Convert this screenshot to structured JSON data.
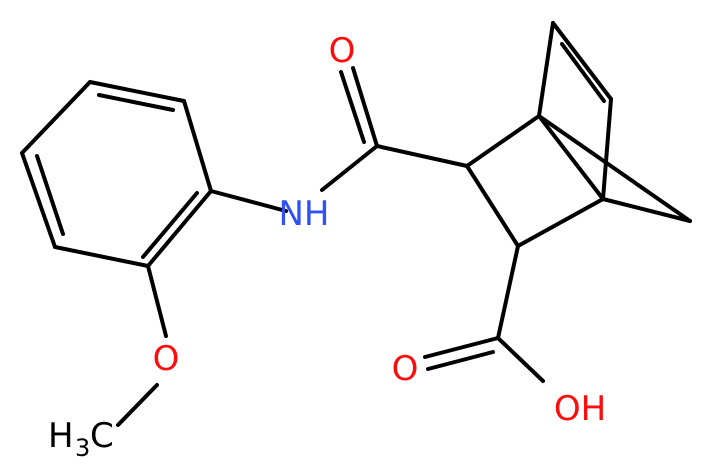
{
  "molecule": {
    "colors": {
      "bond": "#000000",
      "oxygen": "#ff0d0d",
      "nitrogen": "#3050f8",
      "carbon_label": "#000000"
    },
    "labels": {
      "carbonyl_amide_O": "O",
      "amide_NH": "NH",
      "methoxy_O": "O",
      "methyl_C": "H",
      "methyl_sub": "3",
      "methyl_C2": "C",
      "acid_O": "O",
      "acid_OH": "OH"
    }
  }
}
